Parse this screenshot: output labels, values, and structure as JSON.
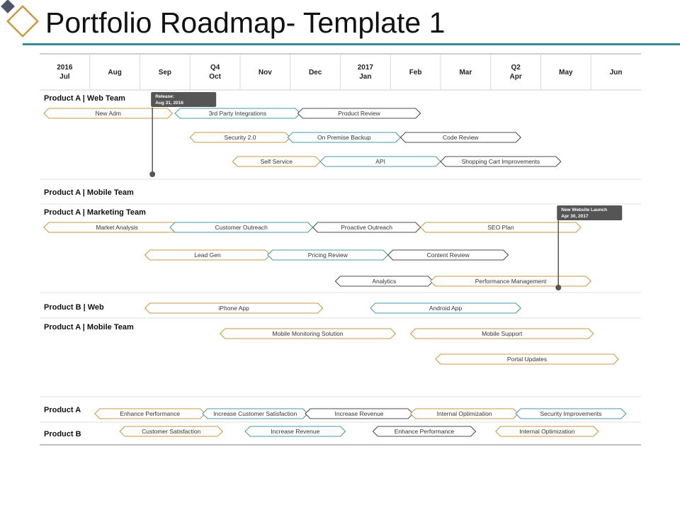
{
  "title": "Portfolio Roadmap- Template 1",
  "colors": {
    "accent": "#3a8a96",
    "logo_dark": "#4d5566",
    "logo_gold": "#c99a45",
    "orange": "#c99a45",
    "blue": "#4a9aa8",
    "dark": "#4d4d4d",
    "callout": "#555555",
    "gridline": "#cfcfcf"
  },
  "timeline": {
    "months": [
      {
        "line1": "2016",
        "line2": "Jul"
      },
      {
        "line1": "Aug"
      },
      {
        "line1": "Sep"
      },
      {
        "line1": "Q4",
        "line2": "Oct"
      },
      {
        "line1": "Nov"
      },
      {
        "line1": "Dec"
      },
      {
        "line1": "2017",
        "line2": "Jan"
      },
      {
        "line1": "Feb"
      },
      {
        "line1": "Mar"
      },
      {
        "line1": "Q2",
        "line2": "Apr"
      },
      {
        "line1": "May"
      },
      {
        "line1": "Jun"
      }
    ]
  },
  "sections": [
    {
      "name": "Product A | Web Team"
    },
    {
      "name": "Product A | Mobile Team"
    },
    {
      "name": "Product A | Marketing Team"
    },
    {
      "name": "Product B | Web"
    },
    {
      "name": "Product A | Mobile Team"
    },
    {
      "name": "Product A"
    },
    {
      "name": "Product B"
    }
  ],
  "bars": [
    {
      "section": 0,
      "label": "New Adm",
      "color": "orange",
      "start": -0.3,
      "end": 2.65
    },
    {
      "section": 0,
      "label": "3rd Party Integrations",
      "color": "blue",
      "start": 2.7,
      "end": 5.2
    },
    {
      "section": 0,
      "label": "Product Review",
      "color": "dark",
      "start": 5.15,
      "end": 7.6
    },
    {
      "section": 0,
      "label": "Security 2.0",
      "color": "orange",
      "start": 3.0,
      "end": 5.0
    },
    {
      "section": 0,
      "label": "On Premise Backup",
      "color": "blue",
      "start": 4.95,
      "end": 7.2
    },
    {
      "section": 0,
      "label": "Code Review",
      "color": "dark",
      "start": 7.2,
      "end": 9.6
    },
    {
      "section": 0,
      "label": "Self Service",
      "color": "orange",
      "start": 3.85,
      "end": 5.6
    },
    {
      "section": 0,
      "label": "API",
      "color": "blue",
      "start": 5.6,
      "end": 8.0
    },
    {
      "section": 0,
      "label": "Shopping Cart Improvements",
      "color": "dark",
      "start": 8.0,
      "end": 10.4
    },
    {
      "section": 2,
      "label": "Market Analysis",
      "color": "orange",
      "start": -0.3,
      "end": 3.0
    },
    {
      "section": 2,
      "label": "Customer Outreach",
      "color": "blue",
      "start": 2.6,
      "end": 5.45
    },
    {
      "section": 2,
      "label": "Proactive Outreach",
      "color": "dark",
      "start": 5.45,
      "end": 7.6
    },
    {
      "section": 2,
      "label": "SEO Plan",
      "color": "orange",
      "start": 7.6,
      "end": 10.8
    },
    {
      "section": 2,
      "label": "Lead Gen",
      "color": "orange",
      "start": 2.1,
      "end": 4.6
    },
    {
      "section": 2,
      "label": "Pricing Review",
      "color": "blue",
      "start": 4.55,
      "end": 6.95
    },
    {
      "section": 2,
      "label": "Content Review",
      "color": "dark",
      "start": 6.95,
      "end": 9.35
    },
    {
      "section": 2,
      "label": "Analytics",
      "color": "dark",
      "start": 5.9,
      "end": 7.85
    },
    {
      "section": 2,
      "label": "Performance Management",
      "color": "orange",
      "start": 7.8,
      "end": 11.0
    },
    {
      "section": 3,
      "label": "iPhone App",
      "color": "orange",
      "start": 2.1,
      "end": 5.65
    },
    {
      "section": 3,
      "label": "Android App",
      "color": "blue",
      "start": 6.6,
      "end": 9.6
    },
    {
      "section": 4,
      "label": "Mobile Monitoring Solution",
      "color": "orange",
      "start": 3.6,
      "end": 7.1
    },
    {
      "section": 4,
      "label": "Mobile Support",
      "color": "orange",
      "start": 7.4,
      "end": 11.05
    },
    {
      "section": 4,
      "label": "Portal Updates",
      "color": "orange",
      "start": 7.9,
      "end": 11.55
    },
    {
      "section": 5,
      "label": "Enhance Performance",
      "color": "orange",
      "start": 1.1,
      "end": 3.3
    },
    {
      "section": 5,
      "label": "Increase Customer Satisfaction",
      "color": "blue",
      "start": 3.25,
      "end": 5.35
    },
    {
      "section": 5,
      "label": "Increase Revenue",
      "color": "dark",
      "start": 5.3,
      "end": 7.45
    },
    {
      "section": 5,
      "label": "Internal Optimization",
      "color": "orange",
      "start": 7.4,
      "end": 9.55
    },
    {
      "section": 5,
      "label": "Security Improvements",
      "color": "blue",
      "start": 9.5,
      "end": 11.7
    },
    {
      "section": 6,
      "label": "Customer Satisfaction",
      "color": "orange",
      "start": 1.6,
      "end": 3.65
    },
    {
      "section": 6,
      "label": "Increase Revenue",
      "color": "blue",
      "start": 4.1,
      "end": 6.1
    },
    {
      "section": 6,
      "label": "Enhance Performance",
      "color": "dark",
      "start": 6.65,
      "end": 8.7
    },
    {
      "section": 6,
      "label": "Internal Optimization",
      "color": "orange",
      "start": 9.1,
      "end": 11.15
    }
  ],
  "milestones": [
    {
      "line1": "Release:",
      "line2": "Aug 31, 2016",
      "month": 2.25
    },
    {
      "line1": "New Website Launch",
      "line2": "Apr 30, 2017",
      "month": 10.35
    }
  ]
}
